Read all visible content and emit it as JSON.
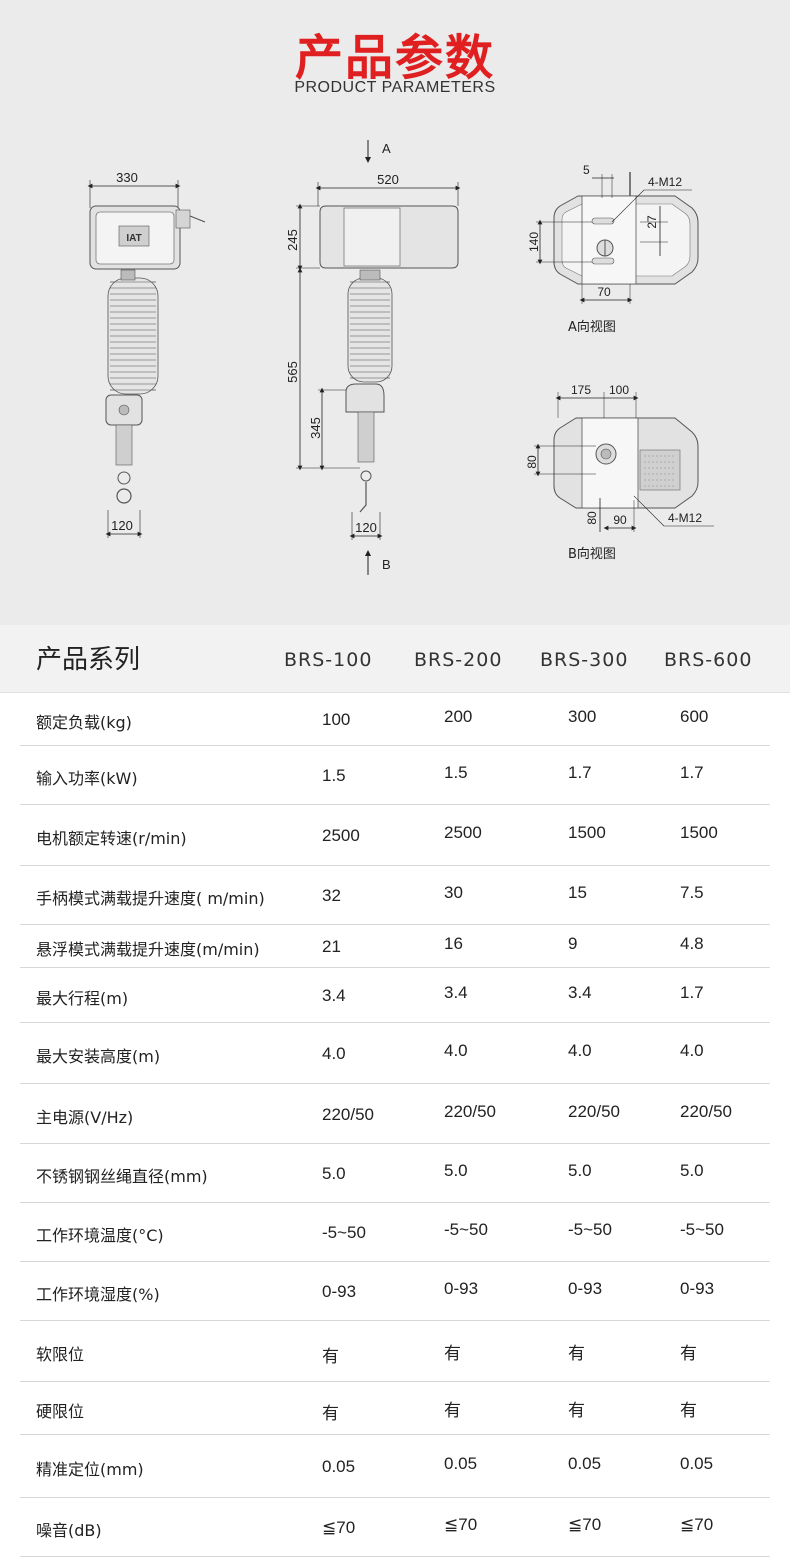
{
  "header": {
    "title": "产品参数",
    "subtitle": "PRODUCT PARAMETERS"
  },
  "drawings": {
    "front": {
      "width_top": "330",
      "width_bottom": "120"
    },
    "side": {
      "arrow_a": "A",
      "arrow_b": "B",
      "width_top": "520",
      "height_body": "245",
      "height_total": "565",
      "height_lower": "345",
      "width_bottom": "120"
    },
    "view_a": {
      "dim_5": "5",
      "dim_m12": "4-M12",
      "dim_27": "27",
      "dim_140": "140",
      "dim_70": "70",
      "caption": "A向视图",
      "logo_text": "IAT"
    },
    "view_b": {
      "dim_175": "175",
      "dim_100": "100",
      "dim_80a": "80",
      "dim_80b": "80",
      "dim_90": "90",
      "dim_m12": "4-M12",
      "caption": "B向视图"
    }
  },
  "series": {
    "title": "产品系列",
    "models": [
      "BRS-100",
      "BRS-200",
      "BRS-300",
      "BRS-600"
    ]
  },
  "rows": [
    {
      "label": "额定负载(kg)",
      "values": [
        "100",
        "200",
        "300",
        "600"
      ]
    },
    {
      "label": "输入功率(kW)",
      "values": [
        "1.5",
        "1.5",
        "1.7",
        "1.7"
      ]
    },
    {
      "label": "电机额定转速(r/min)",
      "values": [
        "2500",
        "2500",
        "1500",
        "1500"
      ]
    },
    {
      "label": "手柄模式满载提升速度( m/min)",
      "values": [
        "32",
        "30",
        "15",
        "7.5"
      ]
    },
    {
      "label": "悬浮模式满载提升速度(m/min)",
      "values": [
        "21",
        "16",
        "9",
        "4.8"
      ]
    },
    {
      "label": "最大行程(m)",
      "values": [
        "3.4",
        "3.4",
        "3.4",
        "1.7"
      ]
    },
    {
      "label": "最大安装高度(m)",
      "values": [
        "4.0",
        "4.0",
        "4.0",
        "4.0"
      ]
    },
    {
      "label": "主电源(V/Hz)",
      "values": [
        "220/50",
        "220/50",
        "220/50",
        "220/50"
      ]
    },
    {
      "label": "不锈钢钢丝绳直径(mm)",
      "values": [
        "5.0",
        "5.0",
        "5.0",
        "5.0"
      ]
    },
    {
      "label": "工作环境温度(°C)",
      "values": [
        "-5~50",
        "-5~50",
        "-5~50",
        "-5~50"
      ]
    },
    {
      "label": "工作环境湿度(%)",
      "values": [
        "0-93",
        "0-93",
        "0-93",
        "0-93"
      ]
    },
    {
      "label": "软限位",
      "values": [
        "有",
        "有",
        "有",
        "有"
      ]
    },
    {
      "label": "硬限位",
      "values": [
        "有",
        "有",
        "有",
        "有"
      ]
    },
    {
      "label": "精准定位(mm)",
      "values": [
        "0.05",
        "0.05",
        "0.05",
        "0.05"
      ]
    },
    {
      "label": "噪音(dB)",
      "values": [
        "≦70",
        "≦70",
        "≦70",
        "≦70"
      ]
    }
  ]
}
